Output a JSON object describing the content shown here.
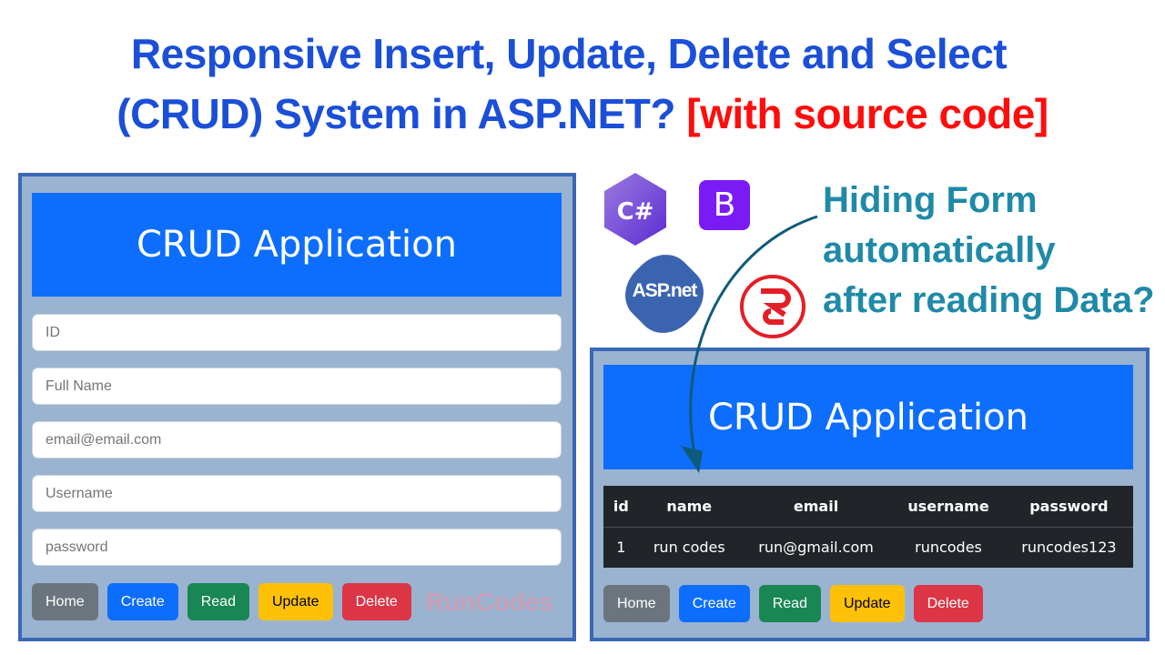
{
  "headline": {
    "line1": "Responsive Insert, Update, Delete and Select",
    "line2": "(CRUD) System in ASP.NET?",
    "line2_highlight": "[with source code]"
  },
  "callout": {
    "line1": "Hiding Form",
    "line2": "automatically",
    "line3": "after reading Data?"
  },
  "logos": {
    "csharp": "C#",
    "bootstrap": "B",
    "aspnet": "ASP.net"
  },
  "left_app": {
    "title": "CRUD Application",
    "fields": [
      {
        "placeholder": "ID"
      },
      {
        "placeholder": "Full Name"
      },
      {
        "placeholder": "email@email.com"
      },
      {
        "placeholder": "Username"
      },
      {
        "placeholder": "password"
      }
    ],
    "buttons": {
      "home": "Home",
      "create": "Create",
      "read": "Read",
      "update": "Update",
      "delete": "Delete"
    },
    "watermark": "RunCodes"
  },
  "right_app": {
    "title": "CRUD Application",
    "table": {
      "headers": [
        "id",
        "name",
        "email",
        "username",
        "password"
      ],
      "rows": [
        [
          "1",
          "run codes",
          "run@gmail.com",
          "runcodes",
          "runcodes123"
        ]
      ]
    },
    "buttons": {
      "home": "Home",
      "create": "Create",
      "read": "Read",
      "update": "Update",
      "delete": "Delete"
    }
  },
  "colors": {
    "primary": "#0d6efd",
    "secondary": "#6c757d",
    "success": "#198754",
    "warning": "#ffc107",
    "danger": "#dc3545",
    "title": "#1b4fd8",
    "highlight": "#ff0d0d",
    "callout": "#1f8aa8"
  }
}
